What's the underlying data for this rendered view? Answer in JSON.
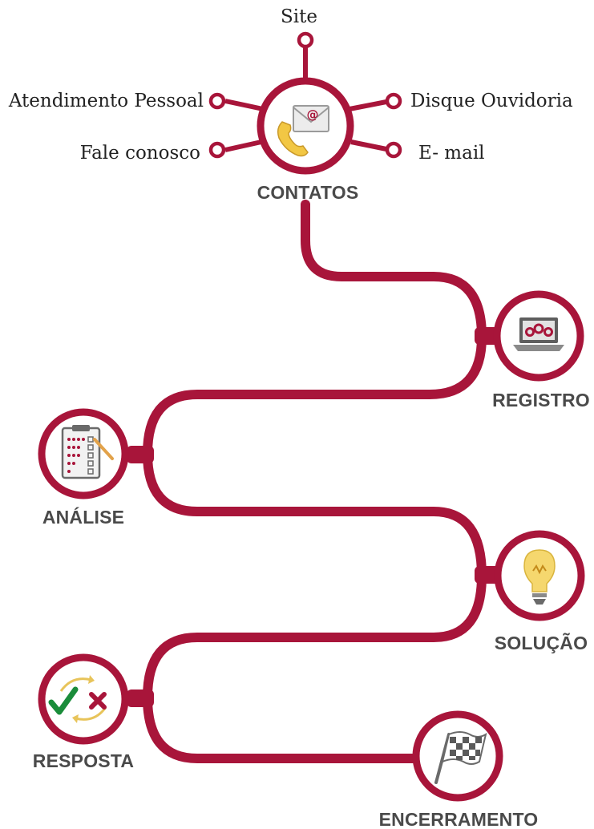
{
  "colors": {
    "primary": "#a8153a",
    "label": "#4a4a4a",
    "icon_gray": "#8a8a8a",
    "light_gray": "#d6d6d6",
    "bulb_yellow": "#f5d76e",
    "phone_yellow": "#f2c744",
    "check_green": "#1a8c3a"
  },
  "channels": {
    "site": "Site",
    "atendimento": "Atendimento Pessoal",
    "disque": "Disque Ouvidoria",
    "fale": "Fale conosco",
    "email": "E- mail"
  },
  "steps": {
    "contatos": "CONTATOS",
    "registro": "REGISTRO",
    "analise": "ANÁLISE",
    "solucao": "SOLUÇÃO",
    "resposta": "RESPOSTA",
    "encerramento": "ENCERRAMENTO"
  },
  "icons": {
    "contatos": "phone-envelope-icon",
    "registro": "laptop-gears-icon",
    "analise": "clipboard-checklist-icon",
    "solucao": "lightbulb-icon",
    "resposta": "check-cross-cycle-icon",
    "encerramento": "checkered-flag-icon"
  }
}
